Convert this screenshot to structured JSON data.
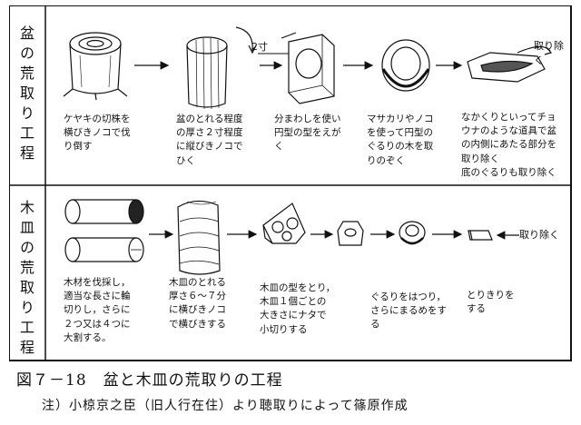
{
  "figure": {
    "title": "図７－18　盆と木皿の荒取りの工程",
    "note": "注）小椋京之臣（旧人行在住）より聴取りによって篠原作成"
  },
  "rows": [
    {
      "label": "盆の荒取り工程",
      "steps": [
        "ケヤキの切株を\n横びきノコで伐\nり倒す",
        "盆のとれる程度\nの厚さ２寸程度\nに縦びきノコで\nひく",
        "分まわしを使い\n円型の型をえが\nく",
        "マサカリやノコ\nを使って円型の\nぐるりの木を取\nりのぞく",
        "なかくりといってチョ\nウナのような道具で盆\nの内側にあたる部分を\n取り除く\n底のぐるりも取り除く"
      ],
      "tags": {
        "dimension": "2寸",
        "remove": "取り除く"
      }
    },
    {
      "label": "木皿の荒取り工程",
      "steps": [
        "木材を伐採し，\n適当な長さに輪\n切りし，さらに\n２つ又は４つに\n大割する。",
        "木皿のとれる\n厚さ６～７分\nに横びきノコ\nで横びきする",
        "木皿の型をとり，\n木皿１個ごとの\n大きさにナタで\n小切りする",
        "ぐるりをはつり，\nさらにまるめをす\nる",
        "とりきりを\nする"
      ],
      "tags": {
        "remove": "取り除く"
      }
    }
  ]
}
